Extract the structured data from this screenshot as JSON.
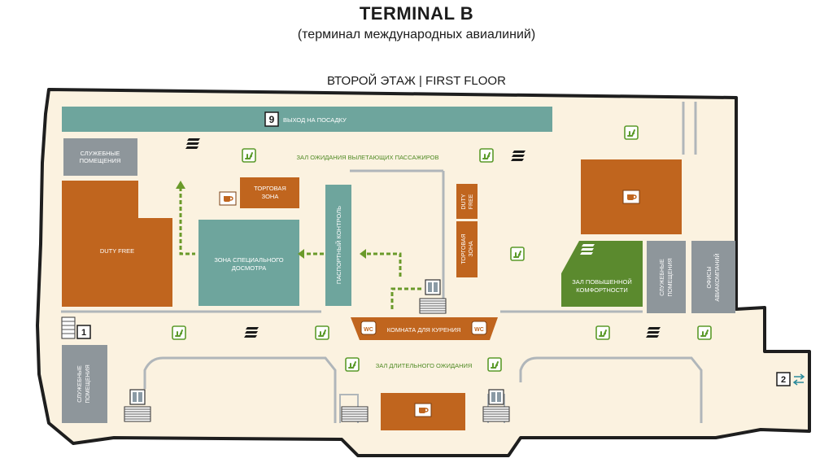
{
  "header": {
    "title": "TERMINAL B",
    "subtitle": "(терминал международных авиалиний)",
    "floor_label": "ВТОРОЙ ЭТАЖ  |  FIRST FLOOR"
  },
  "colors": {
    "teal": "#6ea59d",
    "orange": "#c0651e",
    "gray": "#8e969b",
    "green": "#5b8a2e",
    "floor": "#fbf2e0",
    "wall": "#1e1e1e",
    "path": "#6a9a2a"
  },
  "zones": {
    "gate_exit": "ВЫХОД НА ПОСАДКУ",
    "gate_number": "9",
    "departure_hall": "ЗАЛ ОЖИДАНИЯ ВЫЛЕТАЮЩИХ ПАССАЖИРОВ",
    "service_rooms_top_line1": "СЛУЖЕБНЫЕ",
    "service_rooms_top_line2": "ПОМЕЩЕНИЯ",
    "duty_free_main": "DUTY FREE",
    "trade_zone_line1": "ТОРГОВАЯ",
    "trade_zone_line2": "ЗОНА",
    "security_line1": "ЗОНА СПЕЦИАЛЬНОГО",
    "security_line2": "ДОСМОТРА",
    "passport_control": "ПАСПОРТНЫЙ КОНТРОЛЬ",
    "duty_free_small_line1": "DUTY",
    "duty_free_small_line2": "FREE",
    "trade_zone_v_line1": "ТОРГОВАЯ",
    "trade_zone_v_line2": "ЗОНА",
    "vip_lounge_line1": "ЗАЛ ПОВЫШЕННОЙ",
    "vip_lounge_line2": "КОМФОРТНОСТИ",
    "service_rooms_right_line1": "СЛУЖЕБНЫЕ",
    "service_rooms_right_line2": "ПОМЕЩЕНИЯ",
    "airline_offices_line1": "ОФИСЫ",
    "airline_offices_line2": "АВИАКОМПАНИЙ",
    "smoking_room": "КОМНАТА ДЛЯ КУРЕНИЯ",
    "wc_label": "WC",
    "long_wait_hall": "ЗАЛ ДЛИТЕЛЬНОГО ОЖИДАНИЯ",
    "service_rooms_left_line1": "СЛУЖЕБНЫЕ",
    "service_rooms_left_line2": "ПОМЕЩЕНИЯ",
    "stair_1": "1",
    "stair_2": "2"
  },
  "icons": {
    "seat": "seat-icon",
    "info": "info-desk-icon",
    "cafe": "cafe-cup-icon",
    "elevator": "elevator-icon",
    "stairs": "stairs-icon",
    "transfer": "transfer-arrows-icon"
  }
}
